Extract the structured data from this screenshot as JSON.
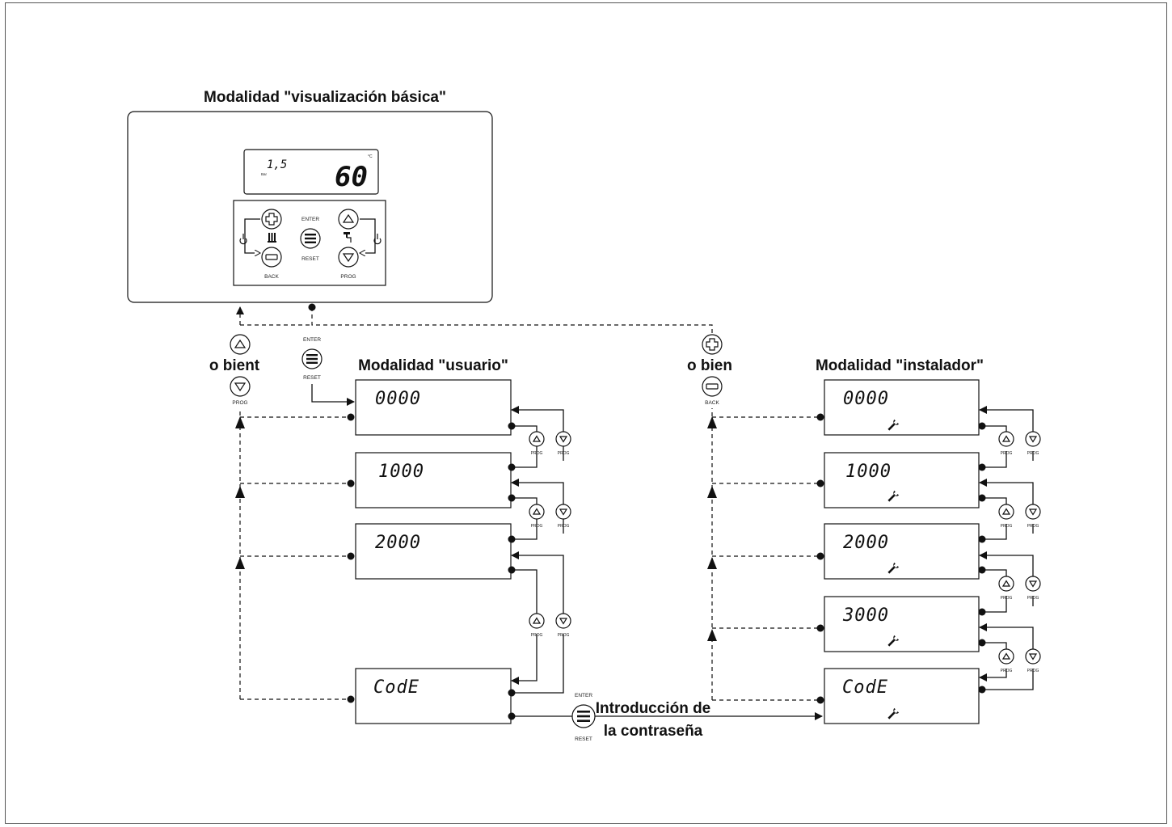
{
  "titles": {
    "basic": "Modalidad \"visualización básica\"",
    "user": "Modalidad \"usuario\"",
    "installer": "Modalidad \"instalador\""
  },
  "panel": {
    "pressure": "1,5",
    "pressure_unit": "Bar",
    "temperature": "60",
    "temperature_unit": "°C",
    "enter_label": "ENTER",
    "reset_label": "RESET",
    "back_label": "BACK",
    "prog_label": "PROG"
  },
  "connector_left": {
    "or_text": "o bient",
    "prog_label": "PROG",
    "enter_label": "ENTER",
    "reset_label": "RESET"
  },
  "connector_right": {
    "or_text": "o bien",
    "back_label": "BACK"
  },
  "user_menu": [
    {
      "code": "0000"
    },
    {
      "code": "1000"
    },
    {
      "code": "2000"
    },
    {
      "code": "CodE"
    }
  ],
  "installer_menu": [
    {
      "code": "0000"
    },
    {
      "code": "1000"
    },
    {
      "code": "2000"
    },
    {
      "code": "3000"
    },
    {
      "code": "CodE"
    }
  ],
  "nav_prog_label": "PROG",
  "password_step": {
    "enter_label": "ENTER",
    "reset_label": "RESET",
    "line1": "Introducción de",
    "line2": "la contraseña"
  },
  "icons": [
    "plus-icon",
    "minus-icon",
    "up-triangle-icon",
    "down-triangle-icon",
    "menu-lines-icon",
    "power-icon",
    "radiator-icon",
    "tap-icon",
    "wrench-icon"
  ]
}
